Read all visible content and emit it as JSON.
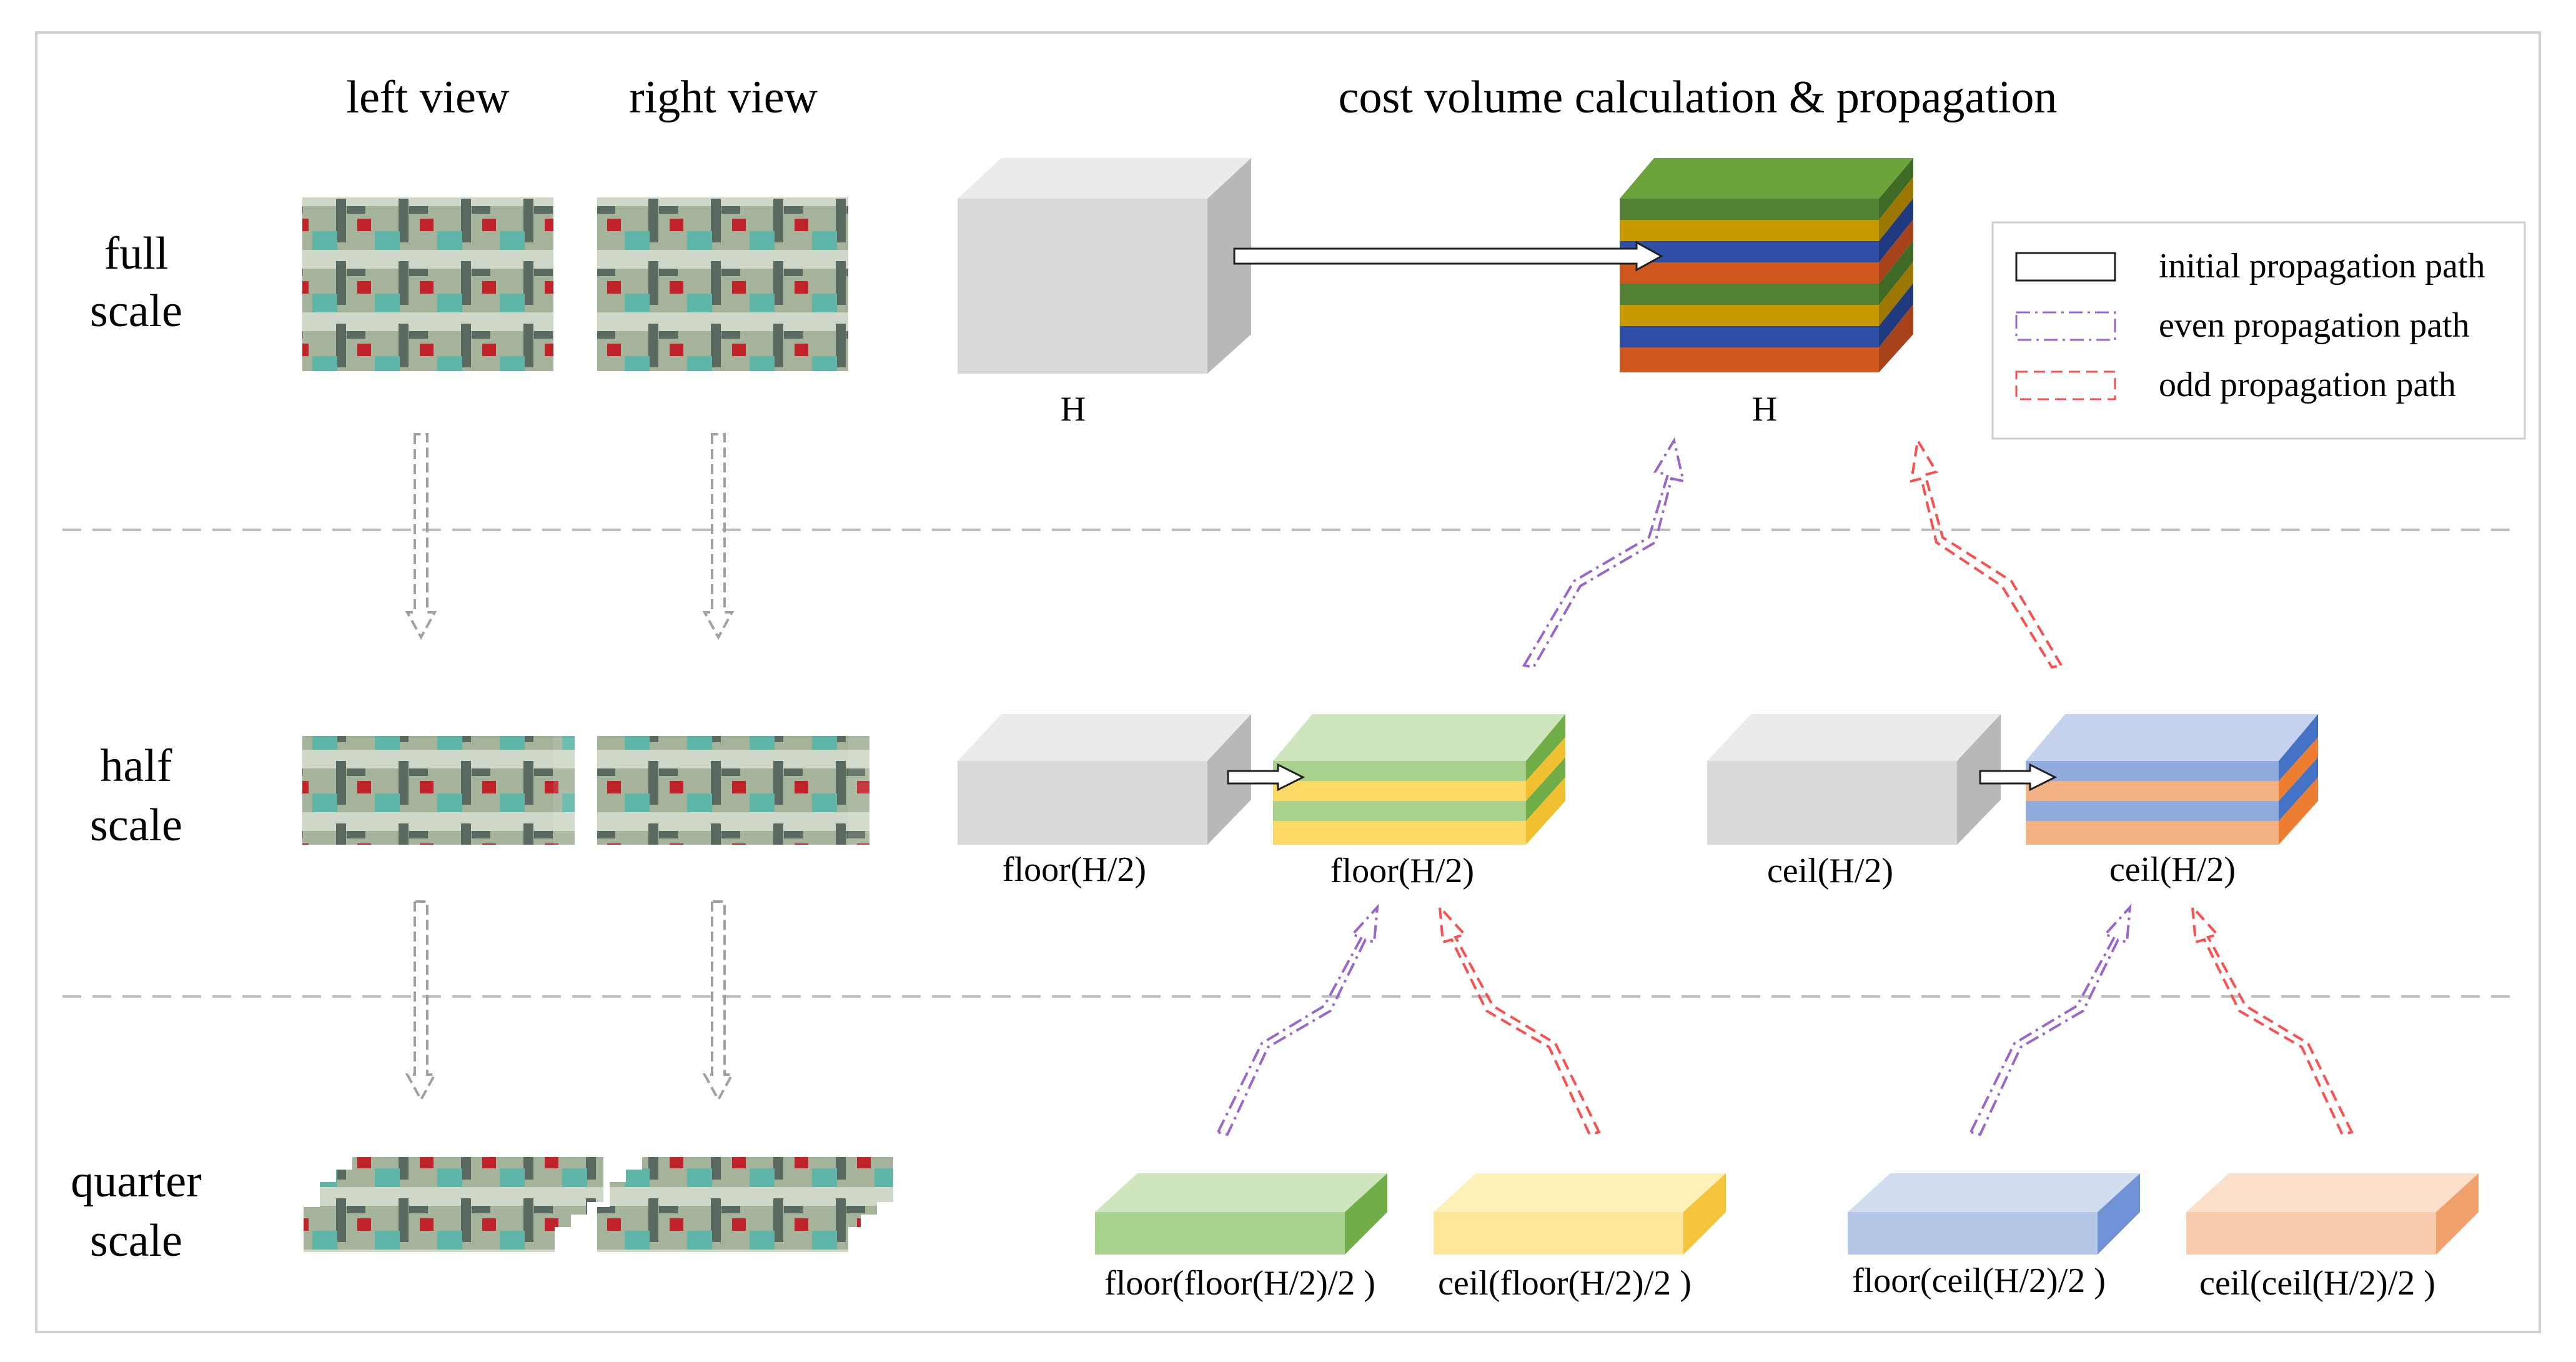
{
  "headers": {
    "left_view": "left view",
    "right_view": "right view",
    "cost_volume": "cost volume calculation & propagation"
  },
  "scales": {
    "full": [
      "full",
      "scale"
    ],
    "half": [
      "half",
      "scale"
    ],
    "quarter": [
      "quarter",
      "scale"
    ]
  },
  "volume_labels": {
    "full_raw": "H",
    "full_cost": "H",
    "half_floor_raw": "floor(H/2)",
    "half_floor_cost": "floor(H/2)",
    "half_ceil_raw": "ceil(H/2)",
    "half_ceil_cost": "ceil(H/2)",
    "q_ff": "floor(floor(H/2)/2 )",
    "q_cf": "ceil(floor(H/2)/2 )",
    "q_fc": "floor(ceil(H/2)/2 )",
    "q_cc": "ceil(ceil(H/2)/2 )"
  },
  "legend": {
    "initial": "initial propagation path",
    "even": "even propagation path",
    "odd": "odd propagation path"
  },
  "colors": {
    "green": "#6aa43a",
    "yellow": "#d9a400",
    "blue": "#2f4fa6",
    "orange": "#d0571e",
    "gray_volume": "#d9d9d9",
    "even_path": "#9966cc",
    "odd_path": "#ff4d4d",
    "separator": "#bfbfbf"
  }
}
